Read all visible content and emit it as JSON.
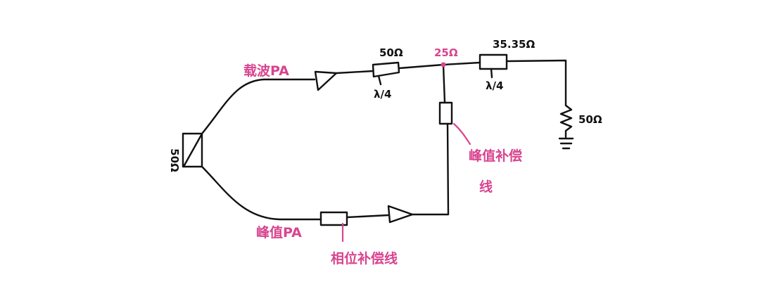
{
  "colors": {
    "ink": "#111111",
    "accent": "#d8448f",
    "background": "#ffffff"
  },
  "labels": {
    "splitter_impedance": "50Ω",
    "carrier_pa": "载波PA",
    "peak_pa": "峰值PA",
    "carrier_line_impedance": "50Ω",
    "carrier_line_quarter_wave": "λ/4",
    "combine_node_impedance": "25Ω",
    "transformer_impedance": "35.35Ω",
    "transformer_quarter_wave": "λ/4",
    "load_impedance": "50Ω",
    "peak_offset_line": "峰值补偿",
    "peak_offset_line_suffix": "线",
    "phase_comp_line": "相位补偿线"
  }
}
